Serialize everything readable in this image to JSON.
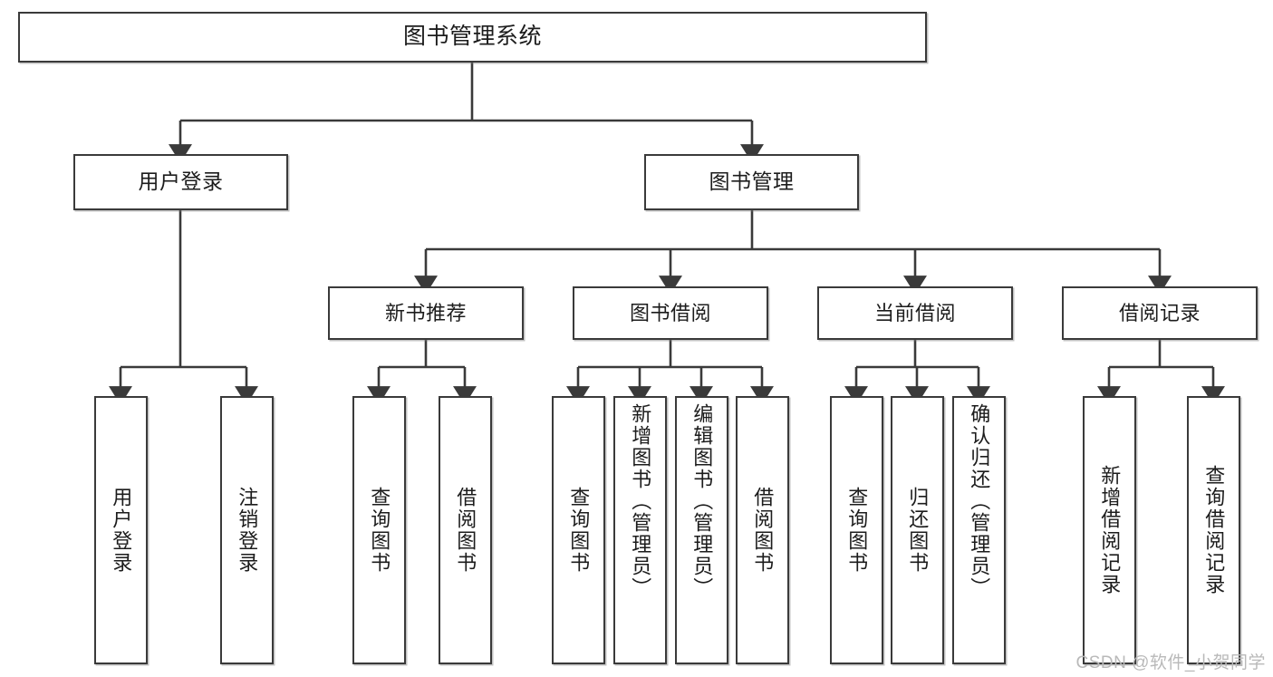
{
  "diagram": {
    "title": "图书管理系统",
    "watermark": "CSDN @软件_小贺同学",
    "style": {
      "border_color": "#3a3a3a",
      "fill_color": "#ffffff",
      "text_color": "#1c1c1c",
      "edge_color": "#3a3a3a",
      "watermark_color": "#b9b9b9"
    },
    "nodes": {
      "root": {
        "label": "图书管理系统"
      },
      "level1": [
        {
          "id": "user-login",
          "label": "用户登录"
        },
        {
          "id": "book-manage",
          "label": "图书管理"
        }
      ],
      "level2": [
        {
          "id": "new-book-recommend",
          "label": "新书推荐"
        },
        {
          "id": "book-borrow",
          "label": "图书借阅"
        },
        {
          "id": "current-borrow",
          "label": "当前借阅"
        },
        {
          "id": "borrow-record",
          "label": "借阅记录"
        }
      ],
      "leaves": {
        "user_login": [
          {
            "id": "leaf-user-login",
            "label": "用户登录"
          },
          {
            "id": "leaf-logout-login",
            "label": "注销登录"
          }
        ],
        "new_book_recommend": [
          {
            "id": "leaf-query-book-1",
            "label": "查询图书"
          },
          {
            "id": "leaf-borrow-book-1",
            "label": "借阅图书"
          }
        ],
        "book_borrow": [
          {
            "id": "leaf-query-book-2",
            "label": "查询图书"
          },
          {
            "id": "leaf-add-book-admin",
            "label": "新增图书（管理员）"
          },
          {
            "id": "leaf-edit-book-admin",
            "label": "编辑图书（管理员）"
          },
          {
            "id": "leaf-borrow-book-2",
            "label": "借阅图书"
          }
        ],
        "current_borrow": [
          {
            "id": "leaf-query-book-3",
            "label": "查询图书"
          },
          {
            "id": "leaf-return-book",
            "label": "归还图书"
          },
          {
            "id": "leaf-confirm-return-admin",
            "label": "确认归还（管理员）"
          }
        ],
        "borrow_record": [
          {
            "id": "leaf-add-borrow-record",
            "label": "新增借阅记录"
          },
          {
            "id": "leaf-query-borrow-record",
            "label": "查询借阅记录"
          }
        ]
      }
    }
  }
}
